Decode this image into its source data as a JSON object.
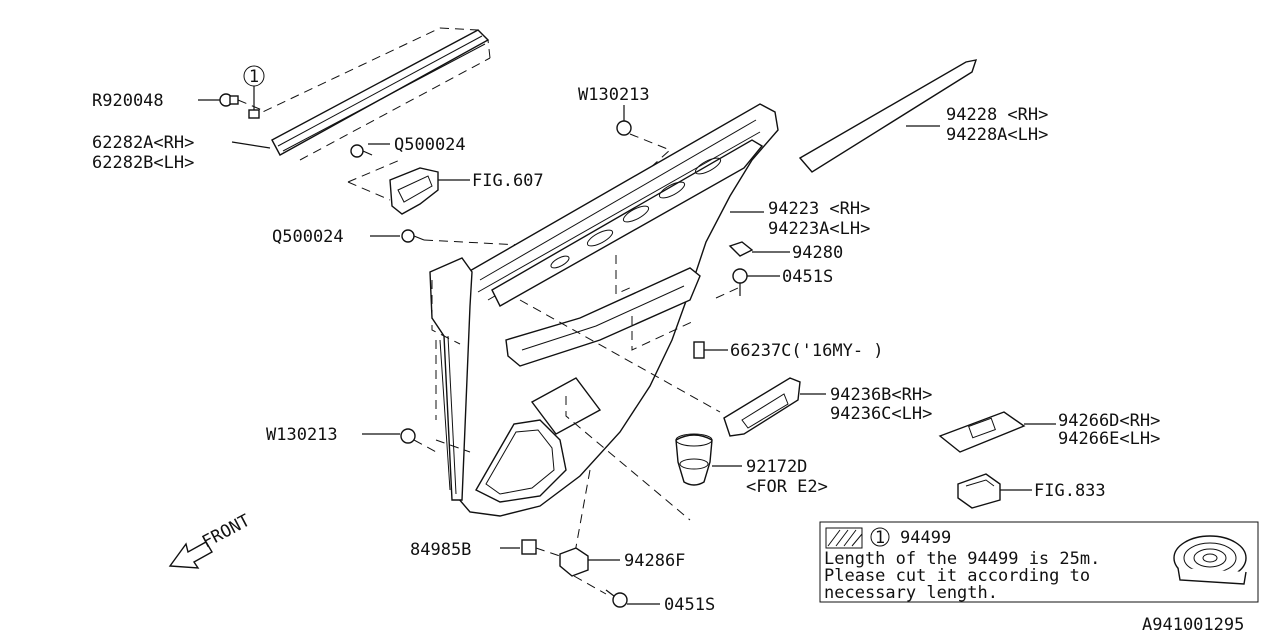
{
  "labels": {
    "r920048": "R920048",
    "p62282a": "62282A<RH>",
    "p62282b": "62282B<LH>",
    "q500024_top": "Q500024",
    "fig607": "FIG.607",
    "q500024_mid": "Q500024",
    "w130213_top": "W130213",
    "w130213_bot": "W130213",
    "p94228": "94228 <RH>",
    "p94228a": "94228A<LH>",
    "p94223": "94223 <RH>",
    "p94223a": "94223A<LH>",
    "p94280": "94280",
    "p0451s_top": "0451S",
    "p66237c": "66237C('16MY- )",
    "p94236b": "94236B<RH>",
    "p94236c": "94236C<LH>",
    "p94266d": "94266D<RH>",
    "p94266e": "94266E<LH>",
    "p92172d": "92172D",
    "for_e2": "<FOR E2>",
    "fig833": "FIG.833",
    "p84985b": "84985B",
    "p94286f": "94286F",
    "p0451s_bot": "0451S",
    "front": "FRONT",
    "callout_1": "1",
    "diagram_id": "A941001295"
  },
  "note": {
    "ref": "1",
    "part": "94499",
    "line1": "Length of the 94499 is 25m.",
    "line2": "Please cut it according to",
    "line3": "necessary length."
  }
}
